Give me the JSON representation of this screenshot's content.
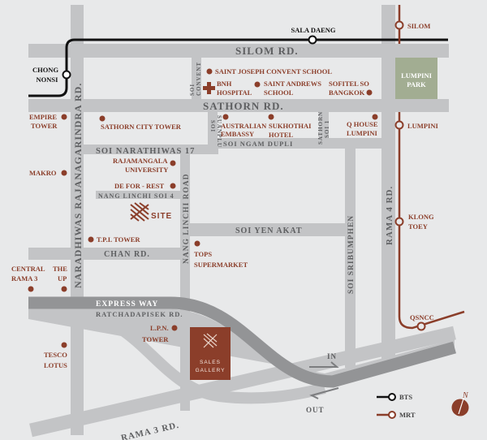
{
  "colors": {
    "background": "#e8e9ea",
    "road": "#c3c4c6",
    "expressway": "#939496",
    "accent": "#8b3e2a",
    "bts": "#111111",
    "mrt": "#8b3e2a",
    "park": "#a2ad92"
  },
  "roads": {
    "silom": "SILOM RD.",
    "sathorn": "SATHORN RD.",
    "naradhiwas": "NARADHIWAS RAJANAGARINDRA RD.",
    "soi_convent": [
      "SOI",
      "CONVENT"
    ],
    "soi_suanplu": [
      "SOI",
      "SUANPLU"
    ],
    "sathorn_soi1": [
      "SATHORN",
      "SOI 1"
    ],
    "narathiwas17": "SOI NARATHIWAS 17",
    "ngam_dupli": "SOI NGAM DUPLI",
    "nang_linchi": "NANG LINCHI ROAD",
    "nang_linchi_soi4": "NANG LINCHI SOI 4",
    "yen_akat": "SOI  YEN AKAT",
    "chan": "CHAN RD.",
    "sribumphen": "SOI SRIBUMPHEN",
    "rama4": "RAMA 4 RD.",
    "expressway": "EXPRESS WAY",
    "ratchadapisek": "RATCHADAPISEK RD.",
    "rama3": "RAMA 3 RD.",
    "in": "IN",
    "out": "OUT"
  },
  "stations": {
    "chong_nonsi": [
      "CHONG",
      "NONSI"
    ],
    "sala_daeng": "SALA DAENG",
    "silom": "SILOM",
    "lumpini": "LUMPINI",
    "klong_toey": [
      "KLONG",
      "TOEY"
    ],
    "qsncc": "QSNCC"
  },
  "pois": {
    "saint_joseph": "SAINT JOSEPH CONVENT SCHOOL",
    "bnh": [
      "BNH",
      "HOSPITAL"
    ],
    "saint_andrews": [
      "SAINT ANDREWS",
      "SCHOOL"
    ],
    "sofitel": [
      "SOFITEL SO",
      "BANGKOK"
    ],
    "lumpini_park": [
      "LUMPINI",
      "PARK"
    ],
    "empire": [
      "EMPIRE",
      "TOWER"
    ],
    "sathorn_city": "SATHORN CITY TOWER",
    "australian": [
      "AUSTRALIAN",
      "EMBASSY"
    ],
    "sukhothai": [
      "SUKHOTHAI",
      "HOTEL"
    ],
    "qhouse": [
      "Q HOUSE",
      "LUMPINI"
    ],
    "rajamangala": [
      "RAJAMANGALA",
      "UNIVERSITY"
    ],
    "makro": "MAKRO",
    "deforrest": "DE FOR - REST",
    "site": "SITE",
    "tpi": "T.P.I. TOWER",
    "tops": [
      "TOPS",
      "SUPERMARKET"
    ],
    "central": [
      "CENTRAL",
      "RAMA 3"
    ],
    "theup": [
      "THE",
      "UP"
    ],
    "lpn": [
      "L.P.N.",
      "TOWER"
    ],
    "tesco": [
      "TESCO",
      "LOTUS"
    ],
    "sales_gallery": [
      "SALES",
      "GALLERY"
    ]
  },
  "legend": {
    "bts": "BTS",
    "mrt": "MRT",
    "north": "N"
  }
}
